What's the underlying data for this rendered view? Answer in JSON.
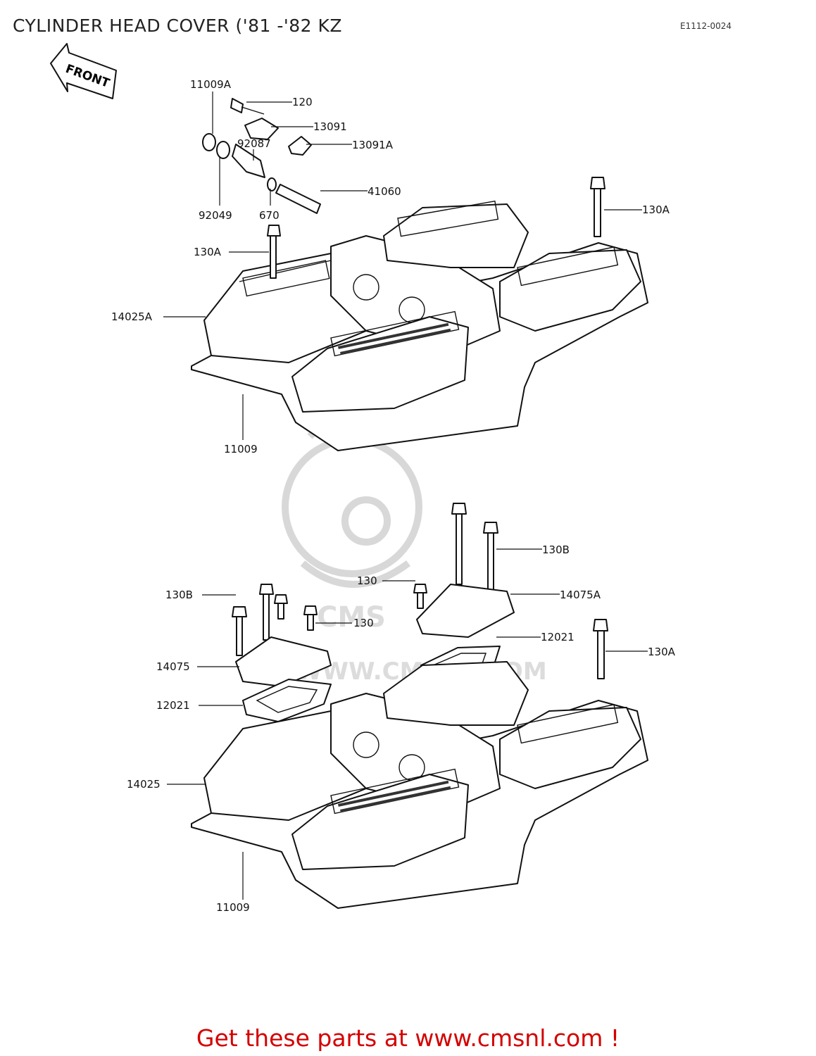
{
  "header": {
    "title": "CYLINDER HEAD COVER ('81 -'82 KZ",
    "diagram_code": "E1112-0024"
  },
  "front_marker": {
    "label": "FRONT",
    "icon": "front-arrow-icon"
  },
  "watermark": {
    "text": "WWW.CMSNL.COM",
    "icon": "cms-mascot-logo"
  },
  "parts": {
    "p11009A": "11009A",
    "p120": "120",
    "p13091": "13091",
    "p13091A": "13091A",
    "p92087": "92087",
    "p41060": "41060",
    "p92049": "92049",
    "p670": "670",
    "p130A_top_right": "130A",
    "p130A_top_left": "130A",
    "p14025A": "14025A",
    "p11009_top": "11009",
    "p130B_right": "130B",
    "p130_upper": "130",
    "p130B_left": "130B",
    "p14075A": "14075A",
    "p130_lower": "130",
    "p12021_right": "12021",
    "p130A_lower": "130A",
    "p14075": "14075",
    "p12021_left": "12021",
    "p14025": "14025",
    "p11009_bottom": "11009"
  },
  "footer": {
    "link_text": "Get these parts at www.cmsnl.com !"
  }
}
